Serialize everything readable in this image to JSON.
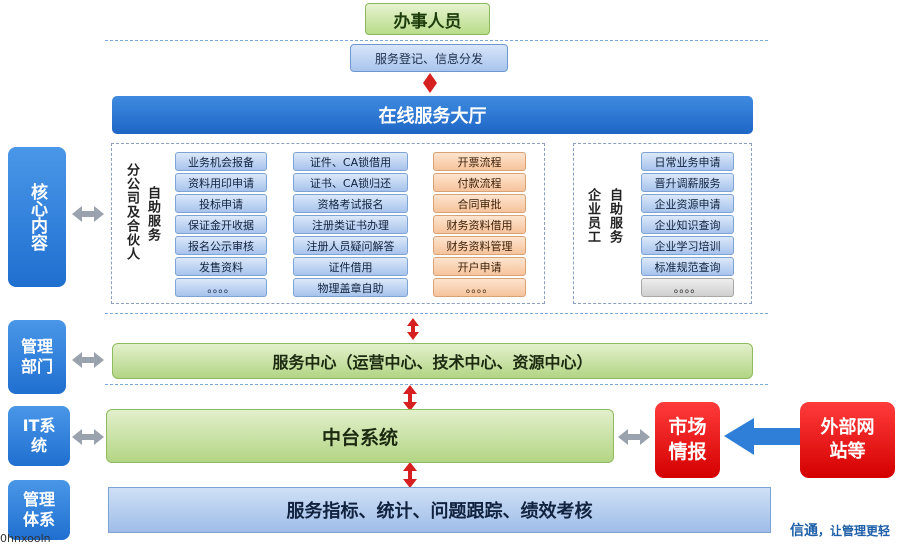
{
  "top": {
    "staff": "办事人员",
    "registration": "服务登记、信息分发"
  },
  "hall": "在线服务大厅",
  "left_panel": {
    "col_a": "分公司及合伙人",
    "col_b": "自助服务",
    "list1": [
      "业务机会报备",
      "资料用印申请",
      "投标申请",
      "保证金开收据",
      "报名公示审核",
      "发售资料",
      "。。。。"
    ],
    "list2": [
      "证件、CA锁借用",
      "证书、CA锁归还",
      "资格考试报名",
      "注册类证书办理",
      "注册人员疑问解答",
      "证件借用",
      "物理盖章自助"
    ],
    "list3": [
      "开票流程",
      "付款流程",
      "合同审批",
      "财务资料借用",
      "财务资料管理",
      "开户申请",
      "。。。。"
    ]
  },
  "right_panel": {
    "col_a": "企业员工",
    "col_b": "自助服务",
    "list": [
      "日常业务申请",
      "晋升调薪服务",
      "企业资源申请",
      "企业知识查询",
      "企业学习培训",
      "标准规范查询",
      "。。。。"
    ]
  },
  "side": {
    "core": "核心内容",
    "mgmt": "管理部门",
    "it": "IT系统",
    "system": "管理体系"
  },
  "service_center": "服务中心（运营中心、技术中心、资源中心）",
  "middle_platform": "中台系统",
  "market_info": "市场情报",
  "external": "外部网站等",
  "bottom_bar": "服务指标、统计、问题跟踪、绩效考核",
  "footer": {
    "brand": "信通",
    "slogan": "，让管理更轻",
    "watermark": "0hnxooln"
  },
  "colors": {
    "blue": "#1f6fd0",
    "green": "#b9dc8a",
    "red": "#e00000",
    "orange": "#f6c39b"
  }
}
